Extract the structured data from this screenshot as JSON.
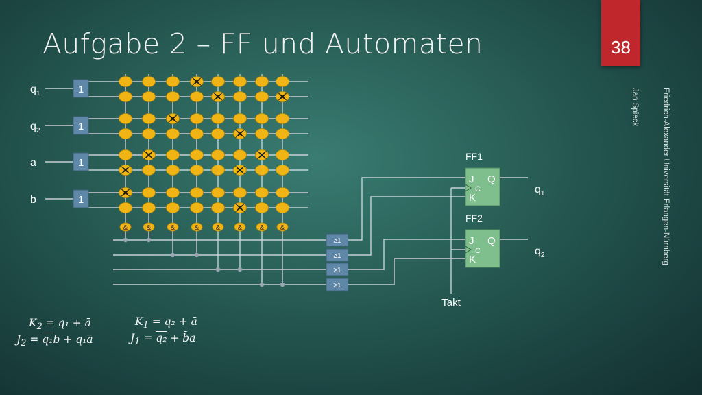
{
  "slide": {
    "title": "Aufgabe 2 – FF und Automaten",
    "number": "38",
    "side_text": [
      "Friedrich-Alexander Universität Erlangen-Nürnberg",
      "Jan Spieck"
    ]
  },
  "colors": {
    "background": "#2a6159",
    "node": "#f0b415",
    "wire": "#c9cfd6",
    "gate": "#5f88a8",
    "flipflop": "#7fbf8e",
    "slide_number_bg": "#c0272d"
  },
  "inputs": [
    {
      "label": "q",
      "sub": "1",
      "buffer": "1"
    },
    {
      "label": "q",
      "sub": "2",
      "buffer": "1"
    },
    {
      "label": "a",
      "sub": "",
      "buffer": "1"
    },
    {
      "label": "b",
      "sub": "",
      "buffer": "1"
    }
  ],
  "and_gate_label": "&",
  "or_gate_label": "≥1",
  "or_gates": 4,
  "crossed_nodes": [
    [
      0,
      5
    ],
    [
      0,
      6
    ],
    [
      1,
      4
    ],
    [
      2,
      2
    ],
    [
      3,
      0
    ],
    [
      4,
      1
    ],
    [
      5,
      3
    ],
    [
      5,
      5
    ],
    [
      5,
      7
    ],
    [
      6,
      4
    ],
    [
      7,
      1
    ]
  ],
  "flipflops": [
    {
      "name": "FF1",
      "j": "J",
      "k": "K",
      "q": "Q",
      "c": "C",
      "output": "q",
      "output_sub": "1"
    },
    {
      "name": "FF2",
      "j": "J",
      "k": "K",
      "q": "Q",
      "c": "C",
      "output": "q",
      "output_sub": "2"
    }
  ],
  "clock_label": "Takt",
  "formulas": {
    "K2": {
      "lhs": "K",
      "lhs_sub": "2",
      "rhs": "= q₁ + ā"
    },
    "J2": {
      "lhs": "J",
      "lhs_sub": "2",
      "rhs_a": "= ",
      "rhs_b": "q₁",
      "rhs_c": "b + q₁ā"
    },
    "K1": {
      "lhs": "K",
      "lhs_sub": "1",
      "rhs": "= q₂ + ā"
    },
    "J1": {
      "lhs": "J",
      "lhs_sub": "1",
      "rhs_a": "= ",
      "rhs_b": "q₂",
      "rhs_c": " + b̄a"
    }
  }
}
